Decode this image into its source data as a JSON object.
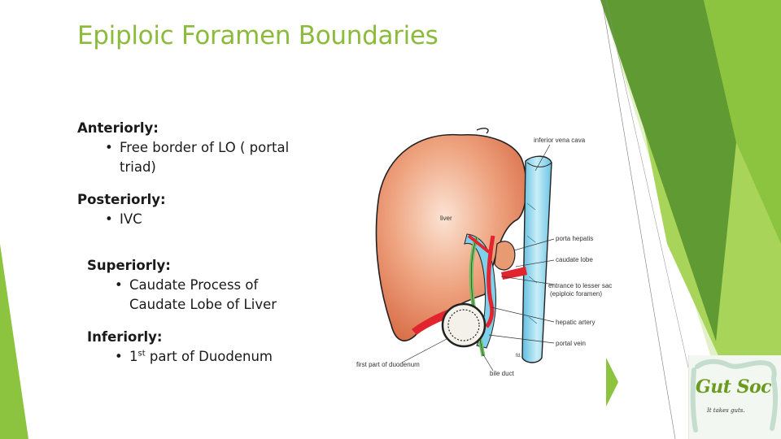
{
  "slide": {
    "title": "Epiploic Foramen Boundaries",
    "boundaries": [
      {
        "heading": "Anteriorly:",
        "items": [
          {
            "line1": "Free border of LO ( portal",
            "line2": "triad)"
          }
        ]
      },
      {
        "heading": "Posteriorly:",
        "items": [
          {
            "line1": "IVC",
            "line2": ""
          }
        ]
      },
      {
        "heading": "Superiorly:",
        "items": [
          {
            "line1": "Caudate Process of",
            "line2": "Caudate Lobe of Liver"
          }
        ]
      },
      {
        "heading": "Inferiorly:",
        "items": [
          {
            "line_prefix": "1",
            "line_sup": "st",
            "line_suffix": " part of Duodenum"
          }
        ]
      }
    ],
    "bullet": "•"
  },
  "diagram": {
    "labels": {
      "inferior_vena_cava": "inferior vena cava",
      "liver": "liver",
      "porta_hepatis": "porta hepatis",
      "caudate_lobe": "caudate lobe",
      "entrance_line1": "entrance to lesser sac",
      "entrance_line2": "(epiploic foramen)",
      "hepatic_artery": "hepatic artery",
      "portal_vein": "portal vein",
      "first_part_duodenum": "first part of duodenum",
      "bile_duct": "bile duct",
      "signature": "fd."
    }
  },
  "logo": {
    "name": "Gut Soc",
    "tagline": "It takes guts."
  },
  "colors": {
    "title": "#8bbb3b",
    "green_dark": "#6a9a1e",
    "green_light": "#a9d45a",
    "liver": "#e58a63",
    "ivc": "#8ed3ea",
    "artery": "#e2242f",
    "bile": "#6fbf5f"
  }
}
